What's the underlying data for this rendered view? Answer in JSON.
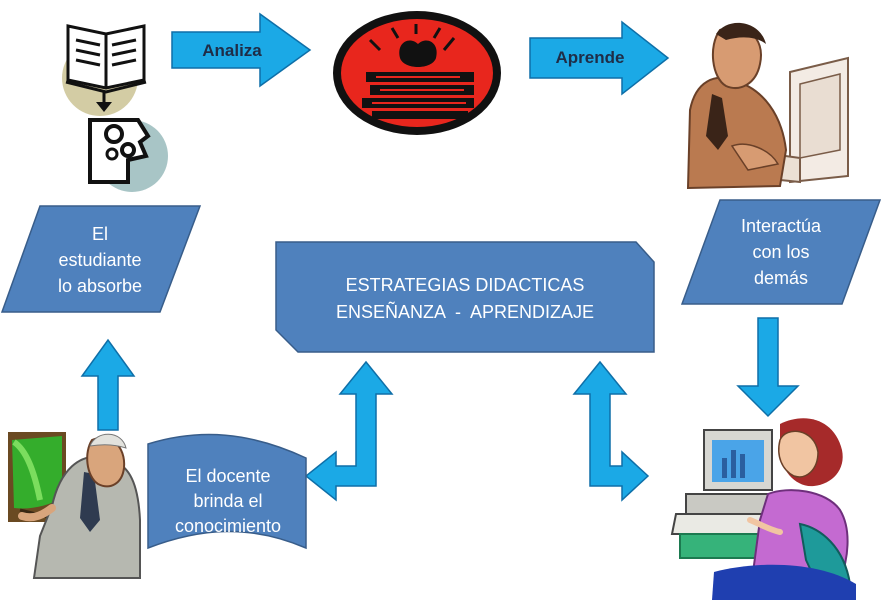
{
  "arrows": {
    "analiza": "Analiza",
    "aprende": "Aprende"
  },
  "boxes": {
    "estudiante": [
      "El",
      "estudiante",
      "lo absorbe"
    ],
    "interactua": [
      "Interactúa",
      "con los",
      "demás"
    ],
    "docente": [
      "El docente",
      "brinda el",
      "conocimiento"
    ],
    "central": [
      "ESTRATEGIAS DIDACTICAS",
      "ENSEÑANZA  -  APRENDIZAJE"
    ]
  },
  "colors": {
    "box_fill": "#4f81bd",
    "box_stroke": "#385d8a",
    "arrow_fill": "#1ba9e6",
    "arrow_stroke": "#0e6fa8",
    "text_light": "#ffffff",
    "text_dark": "#1f2d47"
  },
  "icons": [
    "open-book-icon",
    "thinking-head-icon",
    "apple-books-icon",
    "man-at-computer-icon",
    "teacher-at-board-icon",
    "woman-at-computer-icon"
  ]
}
